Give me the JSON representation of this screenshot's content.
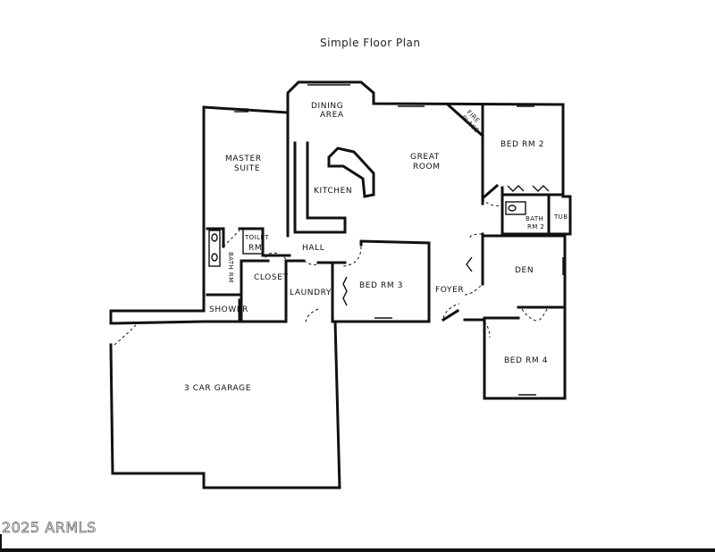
{
  "title": "Simple Floor Plan",
  "rooms": {
    "dining": "DINING",
    "dining_area": "AREA",
    "master": "MASTER",
    "master_suite": "SUITE",
    "kitchen": "KITCHEN",
    "great": "GREAT",
    "great_room": "ROOM",
    "fireplace_1": "FIRE",
    "fireplace_2": "PLACE",
    "bed2": "BED RM 2",
    "bath2_a": "BATH",
    "bath2_b": "RM 2",
    "tub": "TUB",
    "toilet_1": "TOILET",
    "toilet_2": "RM",
    "hall": "HALL",
    "bath_rm": "BATH RM",
    "closet": "CLOSET",
    "laundry": "LAUNDRY",
    "bed3": "BED RM 3",
    "foyer": "FOYER",
    "den": "DEN",
    "shower": "SHOWER",
    "bed4": "BED RM 4",
    "garage": "3 CAR GARAGE"
  },
  "watermark": "2025 ARMLS"
}
